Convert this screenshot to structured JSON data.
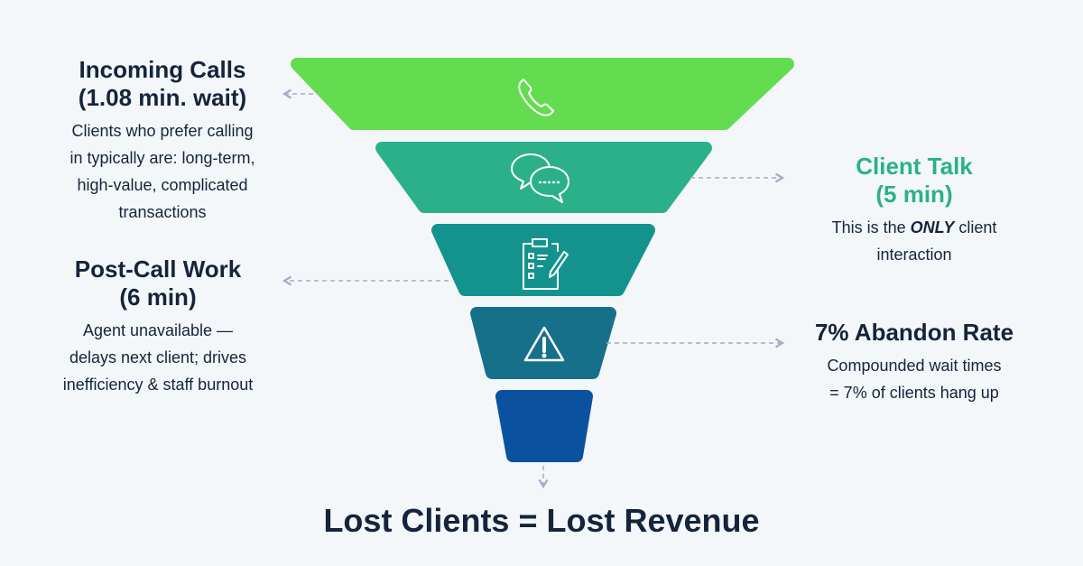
{
  "stages": [
    {
      "title_line1": "Incoming Calls",
      "title_line2": "(1.08 min. wait)",
      "desc": [
        "Clients who prefer calling",
        "in typically are: long-term,",
        "high-value, complicated",
        "transactions"
      ],
      "icon": "phone-icon",
      "color": "#63dc4f"
    },
    {
      "title_line1": "Client Talk",
      "title_line2": "(5 min)",
      "desc_prefix": "This is the ",
      "desc_emph": "ONLY",
      "desc_suffix": " client",
      "desc_line2": "interaction",
      "icon": "chat-bubbles-icon",
      "color": "#2bb08a"
    },
    {
      "title_line1": "Post-Call Work",
      "title_line2": "(6 min)",
      "desc": [
        "Agent unavailable —",
        "delays next client; drives",
        "inefficiency & staff burnout"
      ],
      "icon": "clipboard-checklist-icon",
      "color": "#14938e"
    },
    {
      "title_line1": "7% Abandon Rate",
      "desc": [
        "Compounded wait times",
        "= 7% of clients hang up"
      ],
      "icon": "warning-icon",
      "color": "#16708a"
    },
    {
      "color": "#0a52a0"
    }
  ],
  "footer": "Lost Clients = Lost Revenue",
  "colors": {
    "text": "#15243b",
    "accent": "#2bb08a",
    "arrow": "#a9a9c8",
    "background": "#f3f7f9"
  }
}
